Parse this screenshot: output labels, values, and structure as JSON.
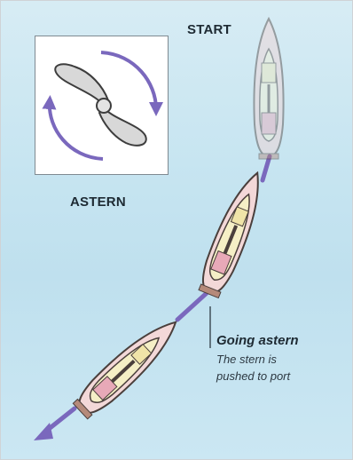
{
  "labels": {
    "start": "START",
    "astern": "ASTERN",
    "caption_title": "Going astern",
    "caption_line1": "The stern is",
    "caption_line2": "pushed to port"
  },
  "colors": {
    "background": "#c7e5f1",
    "path_arrow": "#7a68bd",
    "hull": "#f3d8d8",
    "cockpit": "#f5efc6",
    "outline": "#4a3f3c"
  },
  "icons": {
    "propeller": "propeller-icon",
    "rotation": "rotation-arrows-icon",
    "path": "path-arrow-icon"
  }
}
